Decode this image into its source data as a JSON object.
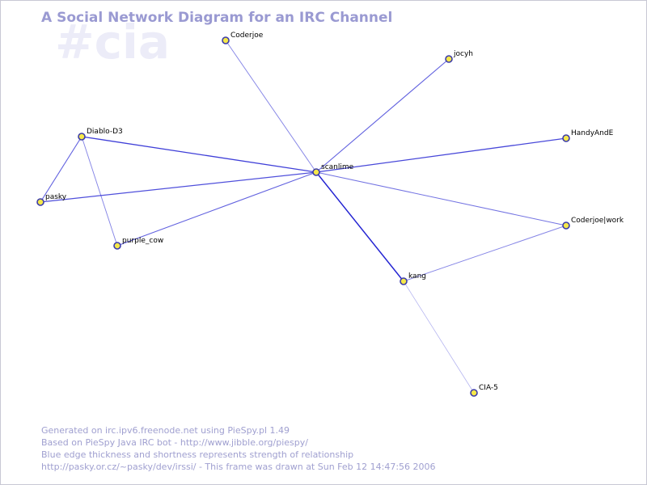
{
  "header": {
    "title": "A Social Network Diagram for an IRC Channel",
    "channel": "#cia"
  },
  "colors": {
    "edge": "#1a1ad0",
    "node_fill": "#f5e84a",
    "node_stroke": "#3c3ca8",
    "title": "#9a9ad2",
    "footer": "#a0a0d0",
    "watermark": "#ececf8"
  },
  "graph": {
    "nodes": [
      {
        "id": "scanlime",
        "label": "scanlime"
      },
      {
        "id": "Coderjoe",
        "label": "Coderjoe"
      },
      {
        "id": "jocyh",
        "label": "jocyh"
      },
      {
        "id": "Diablo-D3",
        "label": "Diablo-D3"
      },
      {
        "id": "HandyAndE",
        "label": "HandyAndE"
      },
      {
        "id": "pasky",
        "label": "pasky"
      },
      {
        "id": "Coderjoe|work",
        "label": "Coderjoe|work"
      },
      {
        "id": "purple_cow",
        "label": "purple_cow"
      },
      {
        "id": "kang",
        "label": "kang"
      },
      {
        "id": "CIA-5",
        "label": "CIA-5"
      }
    ],
    "edges": [
      {
        "source": "scanlime",
        "target": "kang",
        "strength": 0.95
      },
      {
        "source": "scanlime",
        "target": "Diablo-D3",
        "strength": 0.8
      },
      {
        "source": "scanlime",
        "target": "HandyAndE",
        "strength": 0.75
      },
      {
        "source": "scanlime",
        "target": "pasky",
        "strength": 0.7
      },
      {
        "source": "scanlime",
        "target": "purple_cow",
        "strength": 0.6
      },
      {
        "source": "scanlime",
        "target": "jocyh",
        "strength": 0.6
      },
      {
        "source": "scanlime",
        "target": "Coderjoe|work",
        "strength": 0.5
      },
      {
        "source": "scanlime",
        "target": "Coderjoe",
        "strength": 0.4
      },
      {
        "source": "Diablo-D3",
        "target": "pasky",
        "strength": 0.6
      },
      {
        "source": "Diablo-D3",
        "target": "purple_cow",
        "strength": 0.4
      },
      {
        "source": "kang",
        "target": "Coderjoe|work",
        "strength": 0.4
      },
      {
        "source": "kang",
        "target": "CIA-5",
        "strength": 0.15
      }
    ]
  },
  "footer": {
    "line1": "Generated on irc.ipv6.freenode.net using PieSpy.pl 1.49",
    "line2": "Based on PieSpy Java IRC bot - http://www.jibble.org/piespy/",
    "line3": "Blue edge thickness and shortness represents strength of relationship",
    "line4": "http://pasky.or.cz/~pasky/dev/irssi/ - This frame was drawn at Sun Feb 12 14:47:56 2006"
  }
}
